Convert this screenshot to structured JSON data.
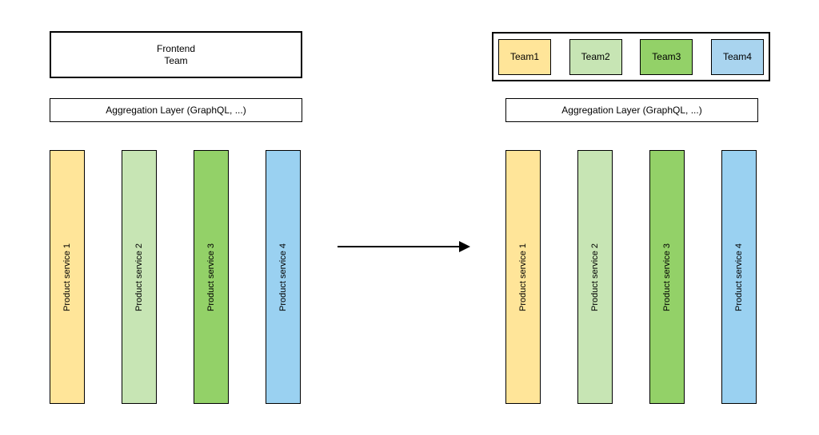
{
  "before": {
    "frontend_team": {
      "line1": "Frontend",
      "line2": "Team"
    },
    "aggregation_label": "Aggregation Layer (GraphQL, ...)",
    "services": [
      {
        "label": "Product service 1",
        "color": "#FFE599"
      },
      {
        "label": "Product service 2",
        "color": "#C7E5B4"
      },
      {
        "label": "Product service 3",
        "color": "#93D168"
      },
      {
        "label": "Product service 4",
        "color": "#9AD1F1"
      }
    ]
  },
  "after": {
    "teams": [
      {
        "label": "Team1",
        "color": "#FFE599"
      },
      {
        "label": "Team2",
        "color": "#C7E5B4"
      },
      {
        "label": "Team3",
        "color": "#93D168"
      },
      {
        "label": "Team4",
        "color": "#A9D4EF"
      }
    ],
    "aggregation_label": "Aggregation Layer (GraphQL, ...)",
    "services": [
      {
        "label": "Product service 1",
        "color": "#FFE599"
      },
      {
        "label": "Product service 2",
        "color": "#C7E5B4"
      },
      {
        "label": "Product service 3",
        "color": "#93D168"
      },
      {
        "label": "Product service 4",
        "color": "#9AD1F1"
      }
    ]
  },
  "colors": {
    "border": "#000000",
    "background": "#FFFFFF"
  }
}
